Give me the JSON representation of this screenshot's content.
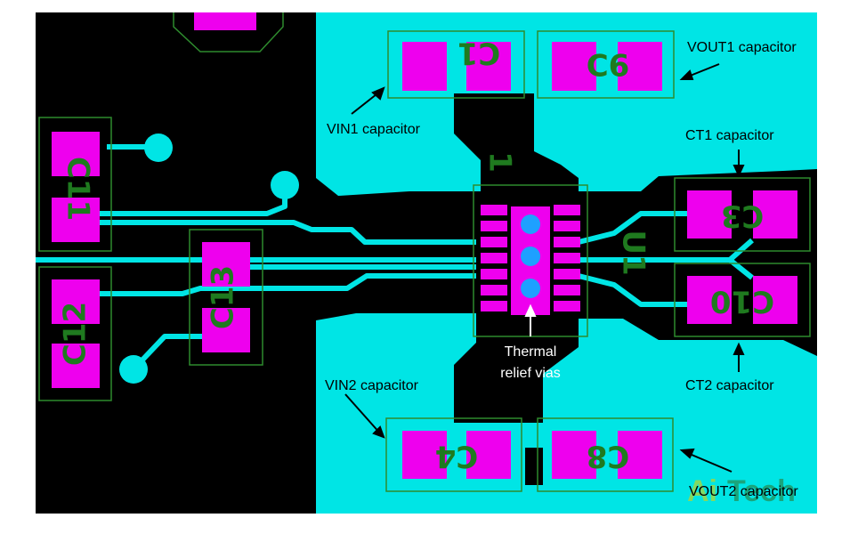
{
  "annotations": {
    "vout1": "VOUT1 capacitor",
    "vin1": "VIN1 capacitor",
    "ct1": "CT1 capacitor",
    "vin2": "VIN2 capacitor",
    "ct2": "CT2 capacitor",
    "vout2": "VOUT2 capacitor",
    "thermal_line1": "Thermal",
    "thermal_line2": "relief vias"
  },
  "silkscreen": {
    "c1": "C1",
    "c6": "C6",
    "c11": "C11",
    "c12": "C12",
    "c13": "C13",
    "c3": "C3",
    "c10": "C10",
    "c4": "C4",
    "c8": "C8",
    "u1": "U1",
    "pin1": "1"
  },
  "watermark": {
    "part1": "Ai",
    "part2": "Tech"
  },
  "colors": {
    "board": "#000000",
    "copper_pour": "#00e5e5",
    "pads": "#ee00ee",
    "silkscreen": "#1f7a1f",
    "outline": "#2e8b2e",
    "vias": "#1ea0ff"
  }
}
